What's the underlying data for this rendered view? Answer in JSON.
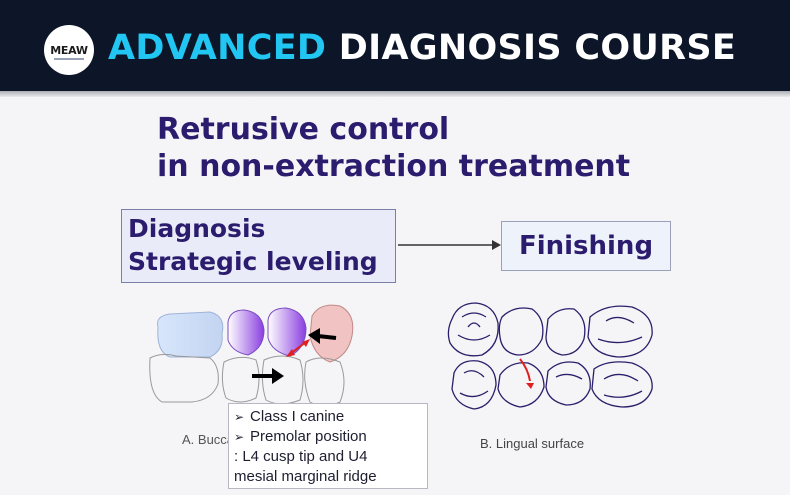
{
  "header": {
    "logo_text": "MEAW",
    "title_accent": "ADVANCED",
    "title_rest": "DIAGNOSIS COURSE",
    "background_color": "#0c1628",
    "accent_color": "#21c6f2"
  },
  "slide": {
    "title_line1": "Retrusive control",
    "title_line2": "in non-extraction treatment",
    "flow": {
      "left_box_line1": "Diagnosis",
      "left_box_line2": "Strategic leveling",
      "right_box": "Finishing"
    },
    "figure_a_caption": "A. Buccal surface",
    "figure_b_caption": "B. Lingual surface",
    "notes": {
      "bullet_symbol": "➢",
      "item1": "Class I canine",
      "item2": "Premolar position",
      "item2_detail_line1": ": L4 cusp tip and U4",
      "item2_detail_line2": "mesial marginal ridge"
    },
    "title_color": "#2b1c6e"
  }
}
